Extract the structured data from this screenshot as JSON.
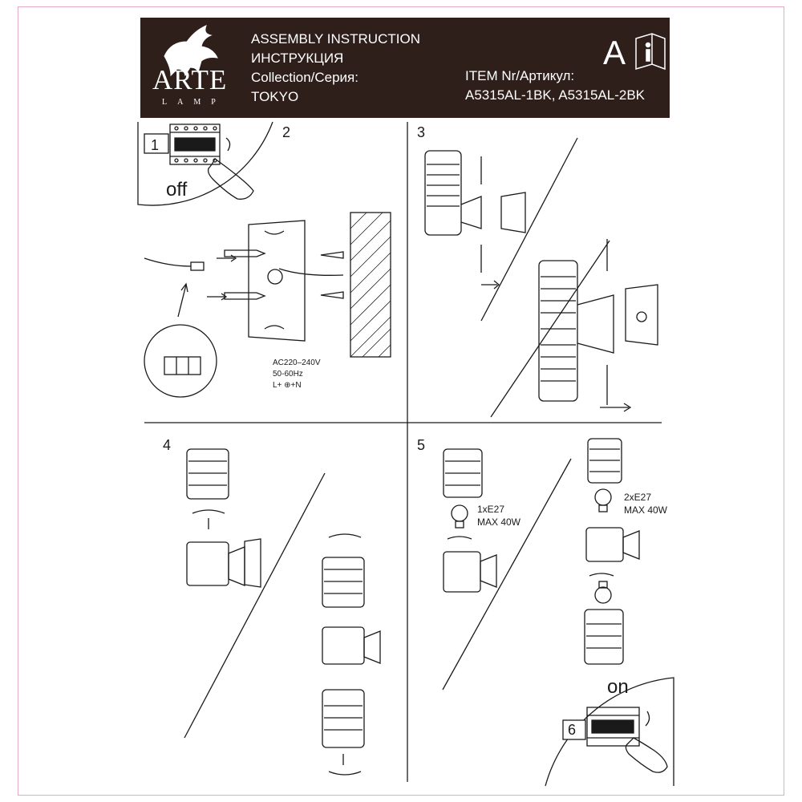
{
  "header": {
    "brand": "ARTE",
    "brand_sub": "LAMP",
    "title_en": "ASSEMBLY INSTRUCTION",
    "title_ru": "ИНСТРУКЦИЯ",
    "collection_label": "Collection/Серия:",
    "collection_value": "TOKYO",
    "item_label": "ITEM Nr/Артикул:",
    "item_value": "A5315AL-1BK, A5315AL-2BK",
    "edition": "A"
  },
  "steps": {
    "s1": "1",
    "s2": "2",
    "s3": "3",
    "s4": "4",
    "s5": "5",
    "s6": "6"
  },
  "labels": {
    "off": "off",
    "on": "on",
    "voltage": "AC220–240V",
    "frequency": "50-60Hz",
    "wiring": "L+ ⊕+N",
    "bulb_single_1": "1xE27",
    "bulb_single_2": "MAX 40W",
    "bulb_double_1": "2xE27",
    "bulb_double_2": "MAX 40W"
  },
  "icons": [
    "griffin-logo-icon",
    "manual-info-icon",
    "hand-icon",
    "arrow-icon",
    "terminal-block-icon",
    "bulb-icon",
    "rotate-arrow-icon",
    "screw-icon",
    "wall-plug-icon"
  ],
  "colors": {
    "header_bg": "#2f1f1b",
    "header_text": "#ffffff",
    "line": "#1a1a1a",
    "page_border": "#e6a9c4"
  }
}
